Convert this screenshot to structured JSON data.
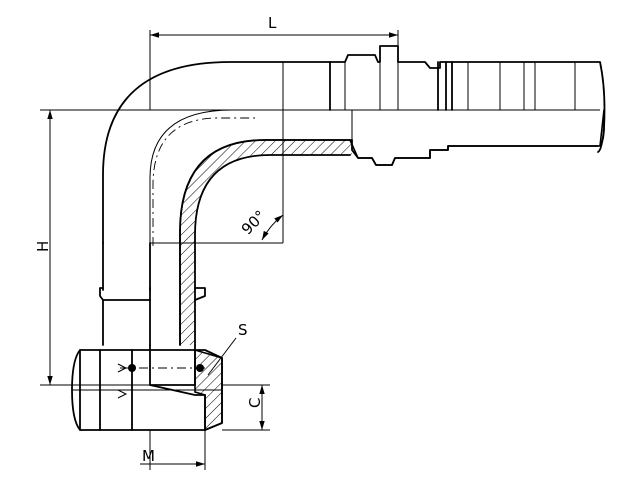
{
  "drawing": {
    "labels": {
      "L": "L",
      "H": "H",
      "S": "S",
      "C": "C",
      "M": "M",
      "angle": "90°"
    },
    "colors": {
      "line": "#000000",
      "background": "#ffffff"
    }
  }
}
